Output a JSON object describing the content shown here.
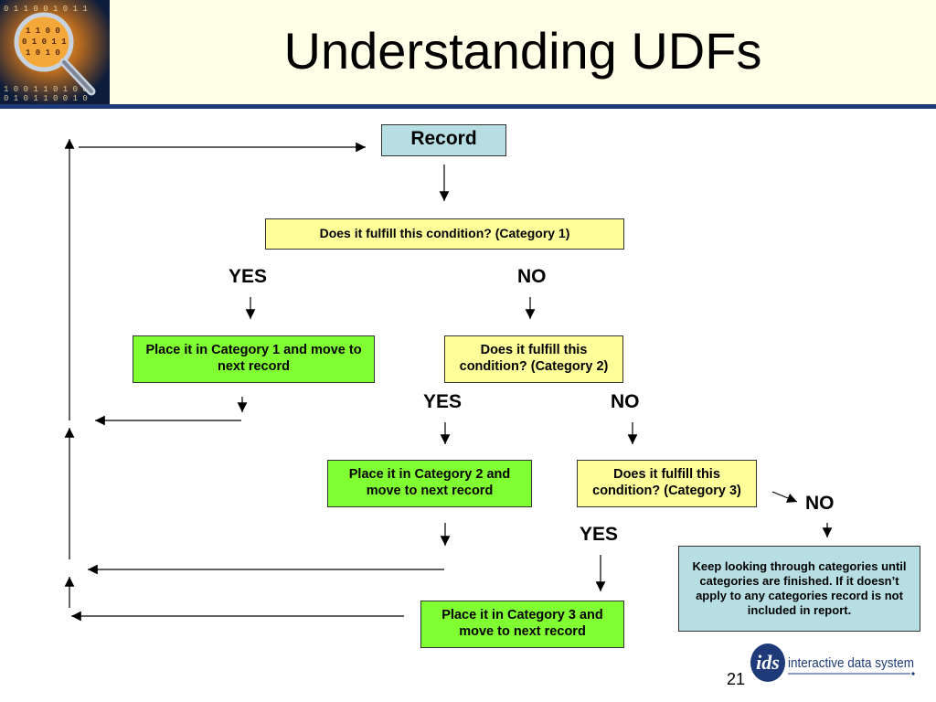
{
  "slide": {
    "title": "Understanding UDFs",
    "page_number": "21"
  },
  "nodes": {
    "record": "Record",
    "cond1": "Does it fulfill this condition? (Category 1)",
    "place1": "Place it in Category 1 and move to next record",
    "cond2": "Does it fulfill this condition? (Category 2)",
    "place2": "Place it in Category 2 and move to next record",
    "cond3": "Does it fulfill this condition? (Category 3)",
    "place3": "Place it in Category 3 and move to next record",
    "fallback": "Keep looking through categories until categories are finished. If it doesn’t apply to any categories record is not included in report."
  },
  "branch_labels": {
    "yes": "YES",
    "no": "NO"
  },
  "logo": {
    "mark": "ids",
    "name": "interactive data system"
  },
  "colors": {
    "header_bg": "#ffffe7",
    "header_rule": "#1f3a78",
    "record_fill": "#b7dfe3",
    "condition_fill": "#ffff99",
    "action_fill": "#80ff33",
    "fallback_fill": "#b7dfe3",
    "logo_blue": "#1f3a78"
  }
}
